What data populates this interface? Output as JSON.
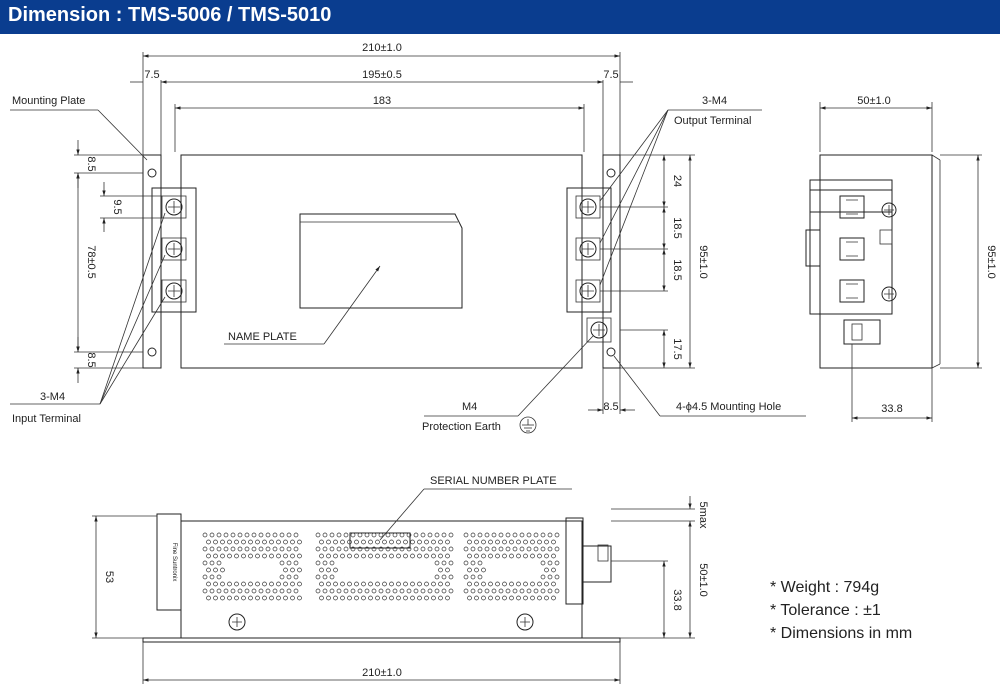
{
  "header": {
    "title": "Dimension : TMS-5006 / TMS-5010"
  },
  "front_view": {
    "dim_overall": "210±1.0",
    "dim_left_offset": "7.5",
    "dim_pitch": "195±0.5",
    "dim_right_offset": "7.5",
    "dim_body": "183",
    "left_top": "8.5",
    "left_pitch": "9.5",
    "left_height": "78±0.5",
    "left_bottom": "8.5",
    "right_top": "24",
    "right_pitch_1": "18.5",
    "right_pitch_2": "18.5",
    "right_height": "95±1.0",
    "right_bottom": "17.5",
    "bottom_offset": "8.5",
    "mounting_plate": "Mounting Plate",
    "output_spec": "3-M4",
    "output_terminal": "Output Terminal",
    "input_spec": "3-M4",
    "input_terminal": "Input Terminal",
    "name_plate": "NAME PLATE",
    "earth_spec": "M4",
    "protection_earth": "Protection Earth",
    "mounting_hole": "4-ϕ4.5 Mounting Hole"
  },
  "side_view": {
    "dim_width": "50±1.0",
    "dim_height": "95±1.0",
    "dim_depth": "33.8"
  },
  "bottom_view": {
    "serial_plate": "SERIAL NUMBER PLATE",
    "dim_height": "53",
    "dim_max": "5max",
    "dim_height2": "50±1.0",
    "dim_depth": "33.8",
    "dim_length": "210±1.0",
    "label_text": "Fine Suntronix"
  },
  "specs": {
    "weight": "* Weight : 794g",
    "tolerance": "* Tolerance : ±1",
    "units": "* Dimensions in mm"
  }
}
